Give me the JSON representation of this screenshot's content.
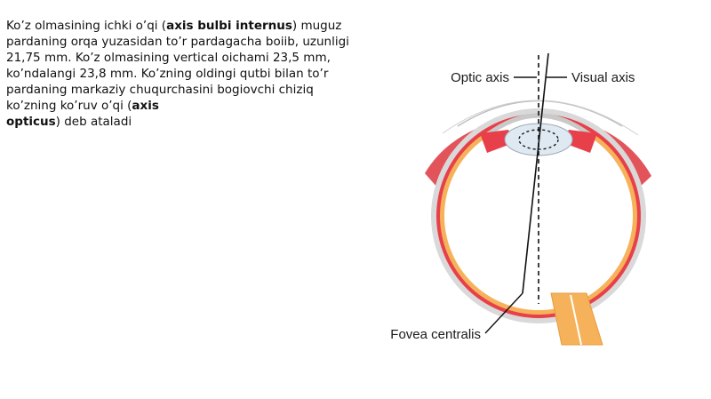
{
  "paragraph": {
    "part1": "Ko’z olmasining ichki o’qi (",
    "term1": "axis bulbi internus",
    "part2": ") muguz pardaning orqa yuzasidan to’r pardagacha boiib, uzunligi 21,75 mm. Ko’z olmasining vertical oichami 23,5 mm, ko’ndalangi 23,8 mm. Ko’zning oldingi qutbi bilan to’r pardaning markaziy chuqurchasini bogiovchi chiziq ko’zning ko’ruv o’qi (",
    "term2a": "axis",
    "term2b": "opticus",
    "part3": ") deb ataladi"
  },
  "diagram": {
    "label_optic_axis": "Optic axis",
    "label_visual_axis": "Visual axis",
    "label_fovea": "Fovea centralis"
  },
  "colors": {
    "text": "#111111",
    "sclera": "#d9d9d9",
    "choroid": "#e8404a",
    "retina": "#f6b25a",
    "lens": "#dfe9f2",
    "muscle": "#e2545a"
  }
}
